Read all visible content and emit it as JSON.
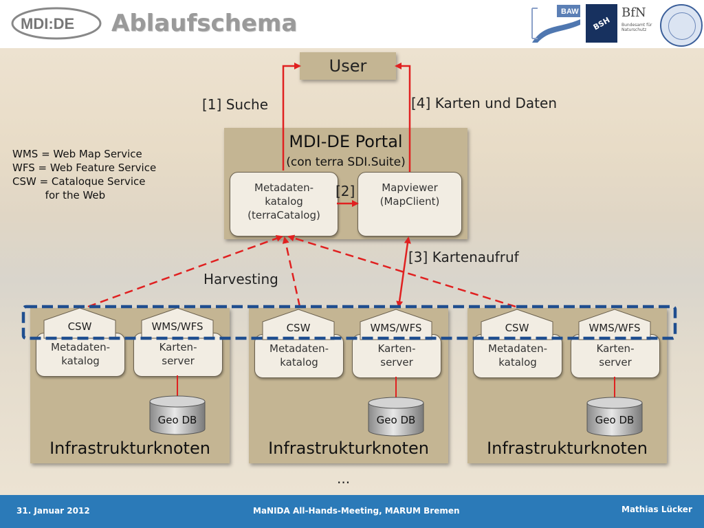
{
  "header": {
    "logo_text": "MDI:DE",
    "title": "Ablaufschema",
    "partner_logos": {
      "baw": "BAW",
      "bsh": "BSH",
      "bfn": "BfN",
      "bfn_sub": "Bundesamt für Naturschutz"
    }
  },
  "diagram": {
    "user": "User",
    "step1": "[1] Suche",
    "step2": "[2]",
    "step3": "[3] Kartenaufruf",
    "step4": "[4] Karten und Daten",
    "harvesting": "Harvesting",
    "portal": {
      "title": "MDI-DE Portal",
      "subtitle": "(con terra SDI.Suite)",
      "catalog_line1": "Metadaten-",
      "catalog_line2": "katalog",
      "catalog_line3": "(terraCatalog)",
      "viewer_line1": "Mapviewer",
      "viewer_line2": "(MapClient)"
    },
    "legend": [
      "WMS = Web Map Service",
      "WFS = Web Feature Service",
      "CSW = Cataloque Service",
      "          for the Web"
    ],
    "nodes": [
      {
        "csw": "CSW",
        "wms": "WMS/WFS",
        "meta1": "Metadaten-",
        "meta2": "katalog",
        "karten1": "Karten-",
        "karten2": "server",
        "db": "Geo DB",
        "title": "Infrastrukturknoten"
      },
      {
        "csw": "CSW",
        "wms": "WMS/WFS",
        "meta1": "Metadaten-",
        "meta2": "katalog",
        "karten1": "Karten-",
        "karten2": "server",
        "db": "Geo DB",
        "title": "Infrastrukturknoten"
      },
      {
        "csw": "CSW",
        "wms": "WMS/WFS",
        "meta1": "Metadaten-",
        "meta2": "katalog",
        "karten1": "Karten-",
        "karten2": "server",
        "db": "Geo DB",
        "title": "Infrastrukturknoten"
      }
    ],
    "ellipsis": "..."
  },
  "footer": {
    "date": "31. Januar 2012",
    "event": "MaNIDA All-Hands-Meeting, MARUM Bremen",
    "author": "Mathias Lücker"
  },
  "colors": {
    "accent_red": "#e02020",
    "dash_blue": "#1f4e8f",
    "tan": "#c4b593",
    "footer_blue": "#2b7ab8"
  }
}
